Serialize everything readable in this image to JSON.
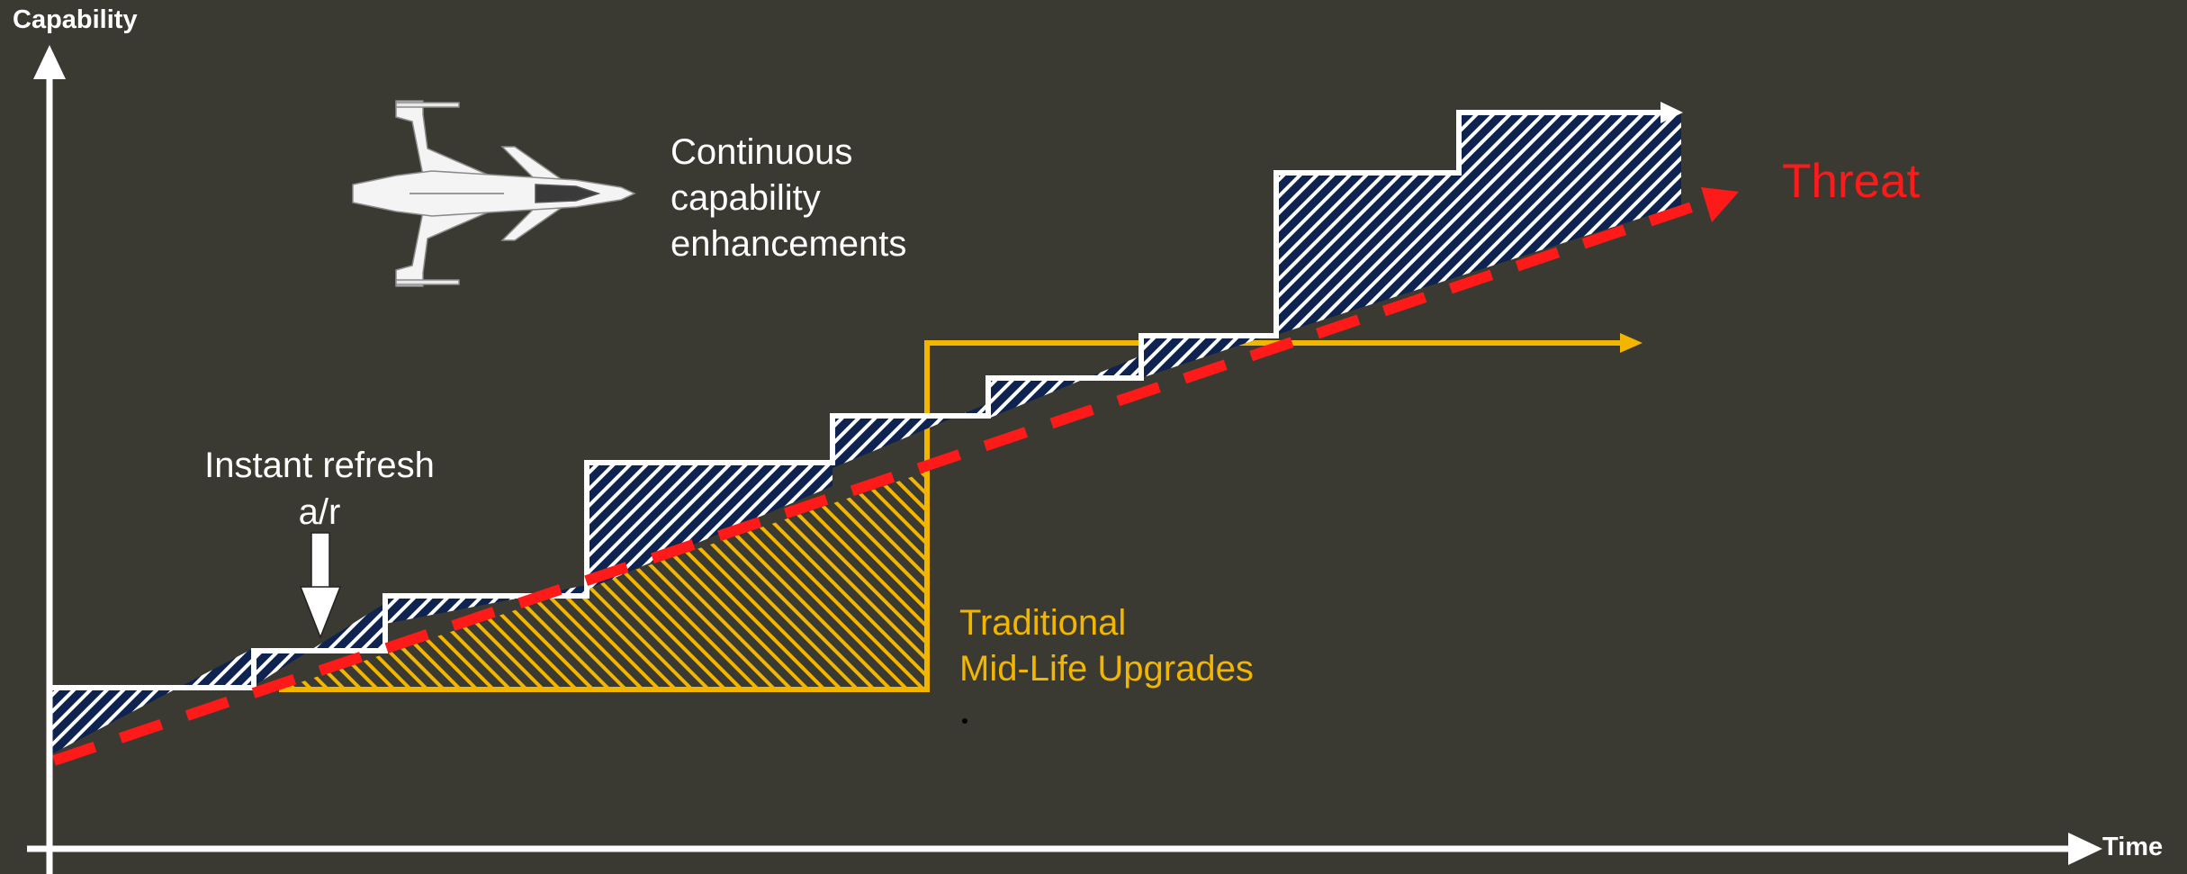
{
  "axes": {
    "y_label": "Capability",
    "x_label": "Time"
  },
  "annotations": {
    "continuous_line1": "Continuous",
    "continuous_line2": "capability",
    "continuous_line3": "enhancements",
    "instant_line1": "Instant refresh",
    "instant_line2": "a/r",
    "traditional_line1": "Traditional",
    "traditional_line2": "Mid-Life Upgrades",
    "threat": "Threat"
  },
  "colors": {
    "background": "#3b3a32",
    "white": "#ffffff",
    "navy_hatch": "#0f2350",
    "gold": "#f2b500",
    "threat_red": "#ff1a1a"
  },
  "icons": {
    "aircraft": "fighter-jet-icon",
    "refresh_arrow": "arrow-down-icon"
  }
}
